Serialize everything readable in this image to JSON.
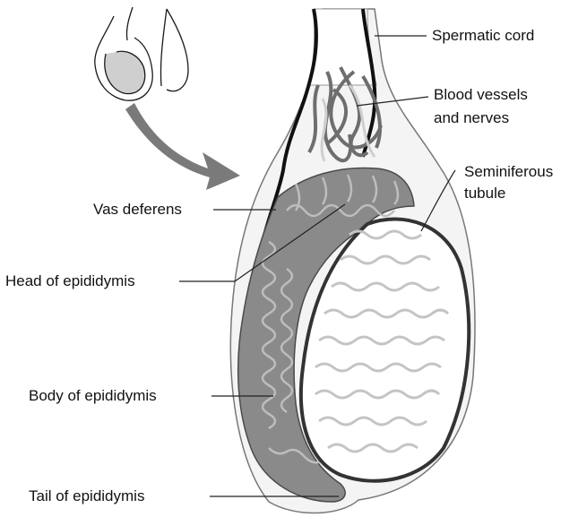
{
  "labels": {
    "spermatic_cord": "Spermatic cord",
    "blood_vessels_line1": "Blood vessels",
    "blood_vessels_line2": "and nerves",
    "seminiferous_line1": "Seminiferous",
    "seminiferous_line2": "tubule",
    "vas_deferens": "Vas deferens",
    "head_of_epididymis": "Head of epididymis",
    "body_of_epididymis": "Body of epididymis",
    "tail_of_epididymis": "Tail of epididymis"
  },
  "colors": {
    "outline": "#1a1a1a",
    "tunica_fill": "#f2f2f2",
    "testis_fill": "#ffffff",
    "epididymis": "#8a8a8a",
    "epididymis_dark": "#5a5a5a",
    "tubule_light": "#cfcfcf",
    "vessel": "#6e6e6e",
    "arrow": "#7a7a7a",
    "leader": "#222222"
  }
}
